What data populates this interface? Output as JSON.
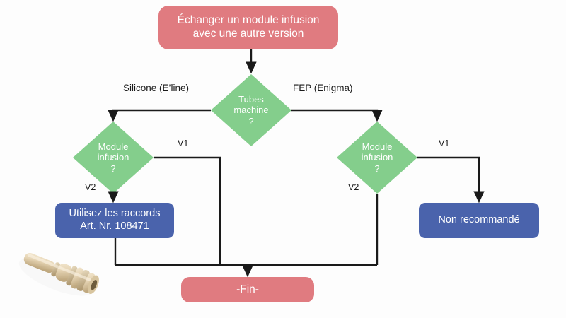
{
  "diagram": {
    "title_node": {
      "id": "start",
      "shape": "rounded-rectangle",
      "text": "Échanger un module infusion\navec une autre version",
      "color": "#E07B80"
    },
    "colors": {
      "terminal": "#E07B80",
      "decision": "#84CE8C",
      "process": "#4A63AC",
      "line": "#1a1a1a",
      "text_on_node": "#ffffff",
      "label_text": "#1a1a1a",
      "background": "#fdfdfd"
    },
    "nodes": [
      {
        "id": "start",
        "kind": "terminal",
        "text": "Échanger un module infusion\navec une autre version",
        "color": "#E07B80"
      },
      {
        "id": "tubes-machine",
        "kind": "decision",
        "text": "Tubes\nmachine\n?",
        "color": "#84CE8C"
      },
      {
        "id": "module-infusion-left",
        "kind": "decision",
        "text": "Module\ninfusion\n?",
        "color": "#84CE8C"
      },
      {
        "id": "module-infusion-right",
        "kind": "decision",
        "text": "Module\ninfusion\n?",
        "color": "#84CE8C"
      },
      {
        "id": "utilisez-raccords",
        "kind": "process",
        "text": "Utilisez les raccords\nArt. Nr. 108471",
        "color": "#4A63AC"
      },
      {
        "id": "non-recommande",
        "kind": "process",
        "text": "Non recommandé",
        "color": "#4A63AC"
      },
      {
        "id": "fin",
        "kind": "terminal",
        "text": "-Fin-",
        "color": "#E07B80"
      }
    ],
    "edge_labels": [
      {
        "id": "silicone",
        "text": "Silicone (E’line)"
      },
      {
        "id": "fep",
        "text": "FEP (Enigma)"
      },
      {
        "id": "left-v1",
        "text": "V1"
      },
      {
        "id": "left-v2",
        "text": "V2"
      },
      {
        "id": "right-v1",
        "text": "V1"
      },
      {
        "id": "right-v2",
        "text": "V2"
      }
    ],
    "decorations": [
      {
        "id": "connector-photo",
        "name": "hose-connector-render",
        "alt": "3D render of beige barbed hose connector fitting"
      }
    ]
  }
}
